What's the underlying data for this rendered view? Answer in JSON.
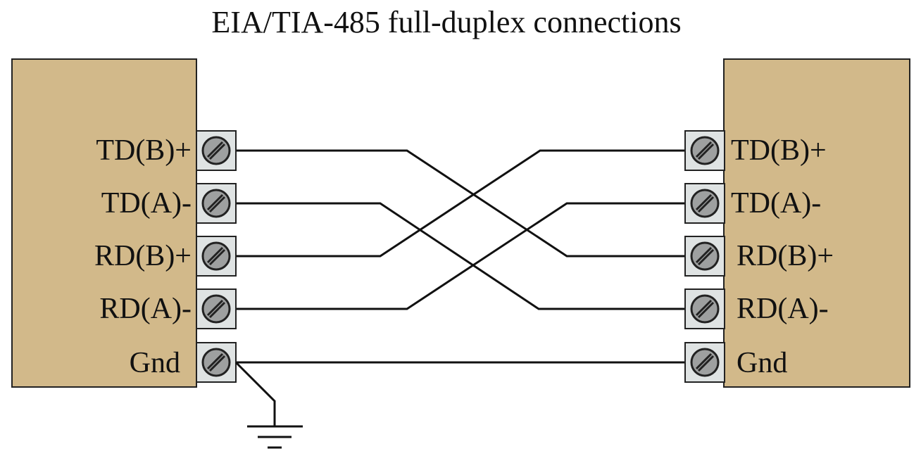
{
  "title": "EIA/TIA-485 full-duplex connections",
  "colors": {
    "device_fill": "#d2b98a",
    "device_stroke": "#222222",
    "terminal_fill": "#dfe3e3",
    "screw_fill": "#9ea0a0",
    "wire": "#111111"
  },
  "left_device": {
    "terminals": [
      {
        "label": "TD(B)+"
      },
      {
        "label": "TD(A)-"
      },
      {
        "label": "RD(B)+"
      },
      {
        "label": "RD(A)-"
      },
      {
        "label": "Gnd"
      }
    ]
  },
  "right_device": {
    "terminals": [
      {
        "label": "TD(B)+"
      },
      {
        "label": "TD(A)-"
      },
      {
        "label": "RD(B)+"
      },
      {
        "label": "RD(A)-"
      },
      {
        "label": "Gnd"
      }
    ]
  },
  "connections": [
    {
      "from": "left.TD(B)+",
      "to": "right.RD(B)+"
    },
    {
      "from": "left.TD(A)-",
      "to": "right.RD(A)-"
    },
    {
      "from": "left.RD(B)+",
      "to": "right.TD(B)+"
    },
    {
      "from": "left.RD(A)-",
      "to": "right.TD(A)-"
    },
    {
      "from": "left.Gnd",
      "to": "right.Gnd"
    }
  ],
  "ground": {
    "icon": "earth-ground-icon",
    "attached_to": "left.Gnd"
  }
}
